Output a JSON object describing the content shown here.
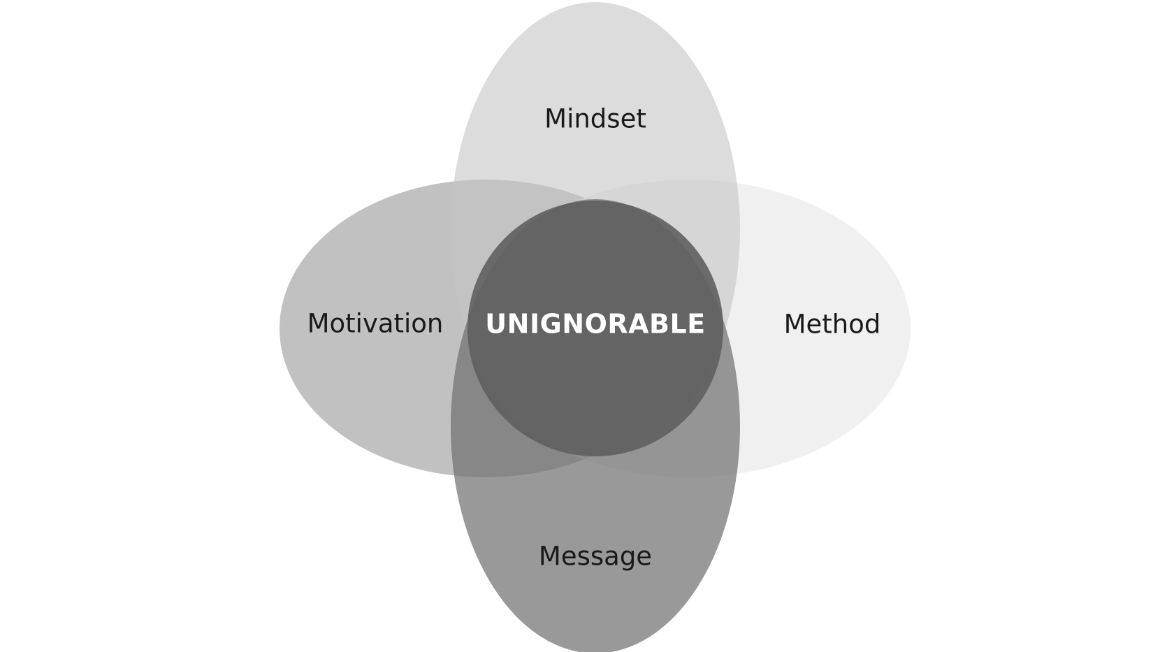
{
  "diagram": {
    "center_label": "UNIGNORABLE",
    "petals": {
      "top": {
        "label": "Mindset"
      },
      "left": {
        "label": "Motivation"
      },
      "right": {
        "label": "Method"
      },
      "bottom": {
        "label": "Message"
      }
    }
  },
  "colors": {
    "background": "#ffffff",
    "top_petal": "#c4c4c4",
    "left_petal": "#a6a6a6",
    "right_petal": "#e6e6e6",
    "bottom_petal": "#6e6e6e",
    "center_circle": "#5f5f5f",
    "label_text": "#1a1a1a",
    "center_text": "#ffffff"
  }
}
